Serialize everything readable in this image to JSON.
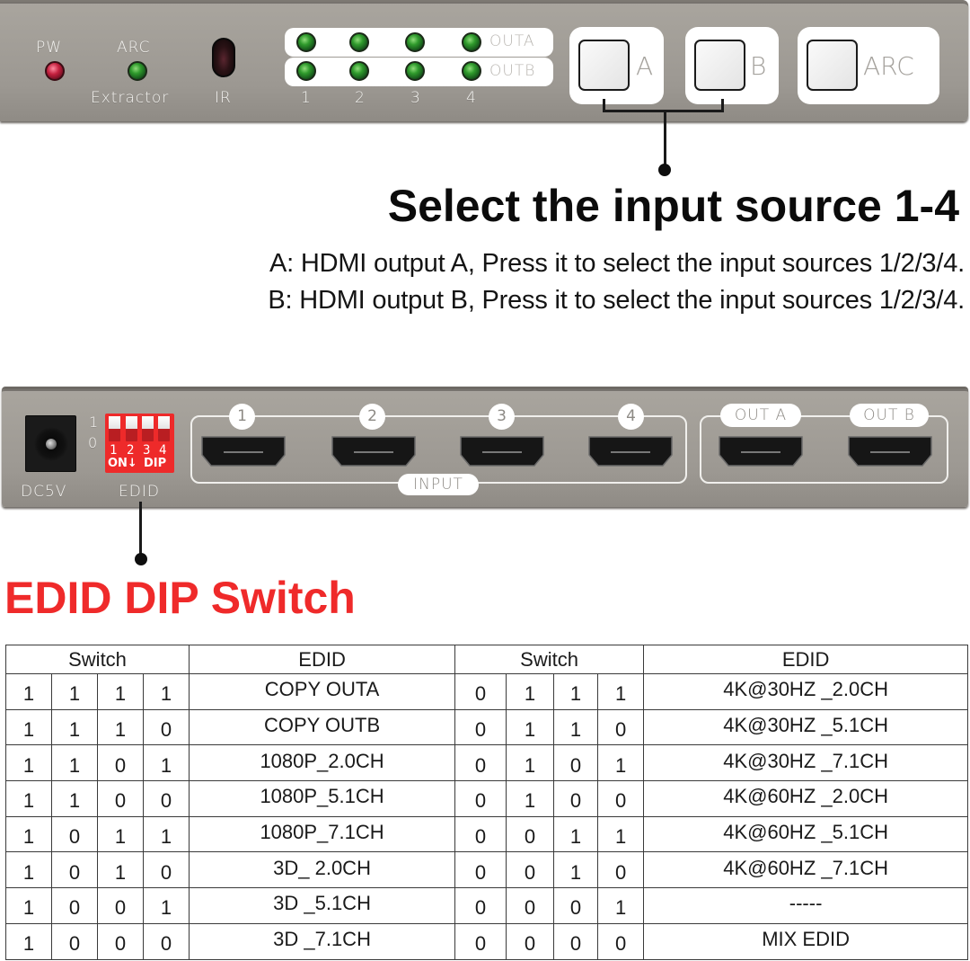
{
  "front_panel": {
    "indicators": {
      "power_label": "PW",
      "arc_label": "ARC",
      "arc_sublabel": "Extractor",
      "ir_label": "IR"
    },
    "led_matrix": {
      "row_labels": [
        "OUTA",
        "OUTB"
      ],
      "column_numbers": [
        "1",
        "2",
        "3",
        "4"
      ]
    },
    "buttons": [
      {
        "label": "A"
      },
      {
        "label": "B"
      },
      {
        "label": "ARC"
      }
    ],
    "colors": {
      "power_led": "#c4213f",
      "status_led": "#2f9a2c",
      "panel": "#a19d97"
    }
  },
  "callout_input": {
    "heading": "Select the input source 1-4",
    "lines": [
      "A: HDMI output A, Press it to select the input sources 1/2/3/4.",
      "B: HDMI output B, Press it to select the input sources 1/2/3/4."
    ]
  },
  "rear_panel": {
    "power_label": "DC5V",
    "dip_switch": {
      "state_labels": [
        "1",
        "0"
      ],
      "numbers": [
        "1",
        "2",
        "3",
        "4"
      ],
      "on_text": "ON↓",
      "dip_text": "DIP",
      "label": "EDID",
      "color": "#ee2a2a"
    },
    "input_group": {
      "label": "INPUT",
      "ports": [
        "1",
        "2",
        "3",
        "4"
      ]
    },
    "output_group": {
      "ports": [
        "OUT A",
        "OUT B"
      ]
    }
  },
  "edid_section": {
    "title": "EDID DIP Switch",
    "title_color": "#ef2a2a",
    "table": {
      "headers": [
        "Switch",
        "EDID",
        "Switch",
        "EDID"
      ],
      "rows": [
        {
          "left_bits": [
            "1",
            "1",
            "1",
            "1"
          ],
          "left_edid": "COPY OUTA",
          "right_bits": [
            "0",
            "1",
            "1",
            "1"
          ],
          "right_edid": "4K@30HZ _2.0CH"
        },
        {
          "left_bits": [
            "1",
            "1",
            "1",
            "0"
          ],
          "left_edid": "COPY OUTB",
          "right_bits": [
            "0",
            "1",
            "1",
            "0"
          ],
          "right_edid": "4K@30HZ _5.1CH"
        },
        {
          "left_bits": [
            "1",
            "1",
            "0",
            "1"
          ],
          "left_edid": "1080P_2.0CH",
          "right_bits": [
            "0",
            "1",
            "0",
            "1"
          ],
          "right_edid": "4K@30HZ _7.1CH"
        },
        {
          "left_bits": [
            "1",
            "1",
            "0",
            "0"
          ],
          "left_edid": "1080P_5.1CH",
          "right_bits": [
            "0",
            "1",
            "0",
            "0"
          ],
          "right_edid": "4K@60HZ _2.0CH"
        },
        {
          "left_bits": [
            "1",
            "0",
            "1",
            "1"
          ],
          "left_edid": "1080P_7.1CH",
          "right_bits": [
            "0",
            "0",
            "1",
            "1"
          ],
          "right_edid": "4K@60HZ _5.1CH"
        },
        {
          "left_bits": [
            "1",
            "0",
            "1",
            "0"
          ],
          "left_edid": "3D_ 2.0CH",
          "right_bits": [
            "0",
            "0",
            "1",
            "0"
          ],
          "right_edid": "4K@60HZ _7.1CH"
        },
        {
          "left_bits": [
            "1",
            "0",
            "0",
            "1"
          ],
          "left_edid": "3D _5.1CH",
          "right_bits": [
            "0",
            "0",
            "0",
            "1"
          ],
          "right_edid": "-----"
        },
        {
          "left_bits": [
            "1",
            "0",
            "0",
            "0"
          ],
          "left_edid": "3D _7.1CH",
          "right_bits": [
            "0",
            "0",
            "0",
            "0"
          ],
          "right_edid": "MIX EDID"
        }
      ]
    }
  }
}
